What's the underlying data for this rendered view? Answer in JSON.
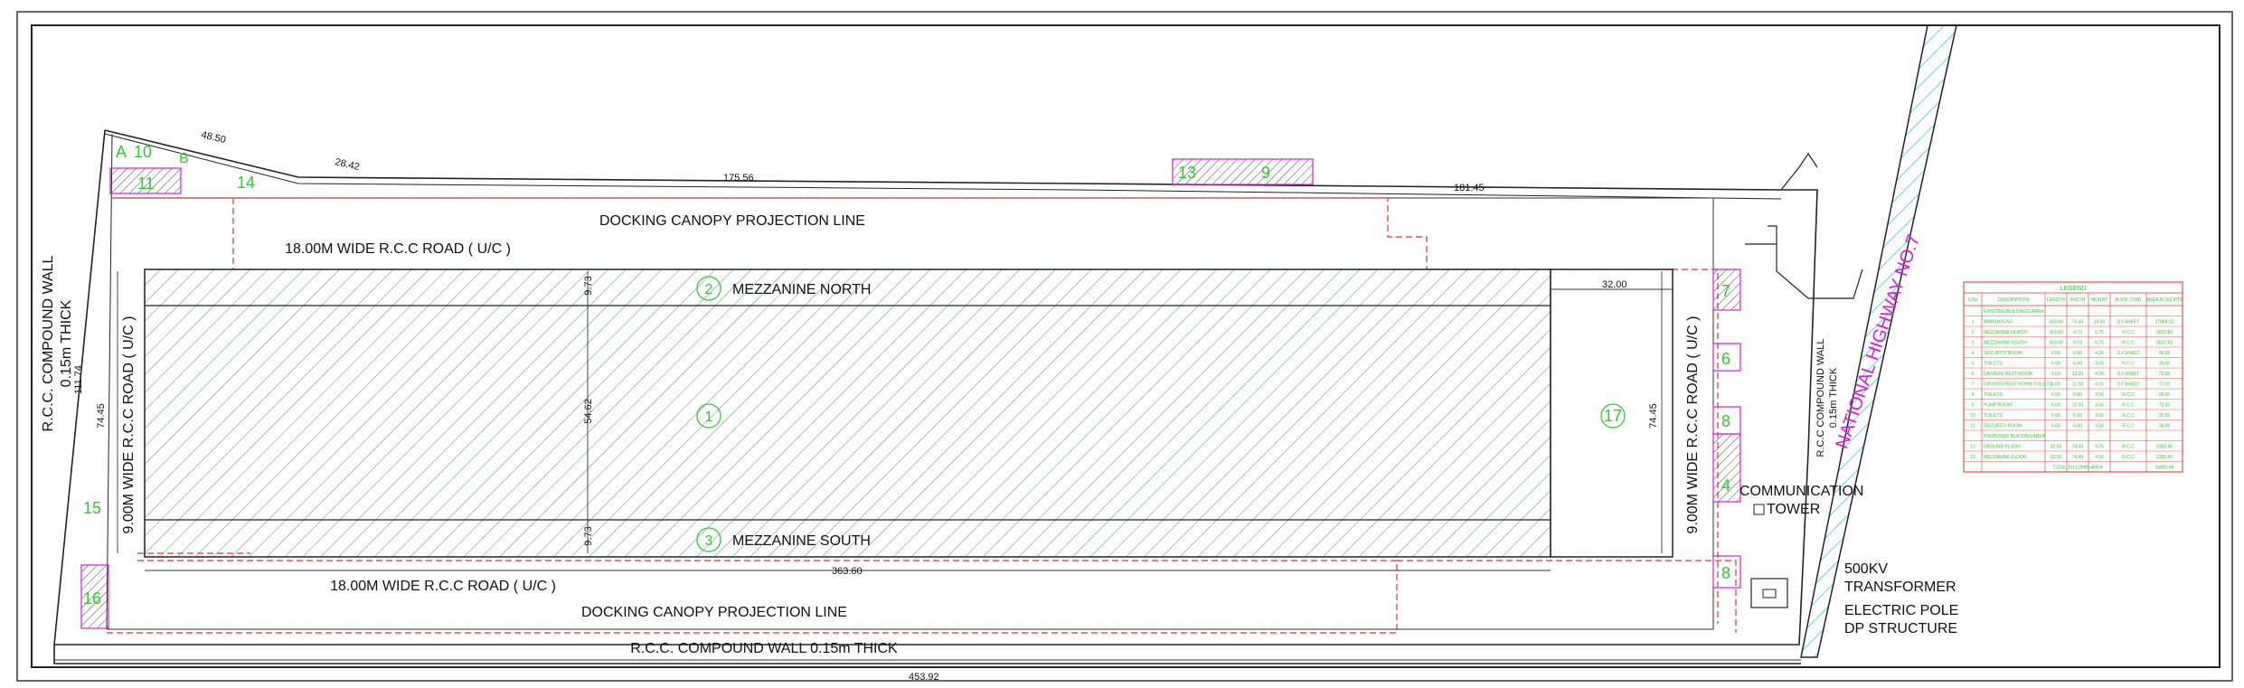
{
  "labels": {
    "docking_north": "DOCKING CANOPY PROJECTION LINE",
    "docking_south": "DOCKING CANOPY PROJECTION LINE",
    "road_north": "18.00M WIDE R.C.C ROAD ( U/C )",
    "road_south": "18.00M WIDE R.C.C ROAD ( U/C )",
    "road_west": "9.00M WIDE R.C.C ROAD ( U/C )",
    "road_east": "9.00M WIDE R.C.C ROAD ( U/C )",
    "mezz_north": "MEZZANINE NORTH",
    "mezz_south": "MEZZANINE SOUTH",
    "wall_west": "R.C.C. COMPOUND WALL",
    "wall_west_thk": "0.15m THICK",
    "wall_south": "R.C.C. COMPOUND WALL 0.15m THICK",
    "wall_east": "R.C.C COMPOUND WALL",
    "wall_east_thk": "0.15m THICK",
    "highway": "NATIONAL HIGHWAY NO.7",
    "comm_tower_1": "COMMUNICATION",
    "comm_tower_2": "TOWER",
    "transformer_1": "500KV",
    "transformer_2": "TRANSFORMER",
    "electric_1": "ELECTRIC POLE",
    "electric_2": "DP STRUCTURE"
  },
  "dimensions": {
    "d48_50": "48.50",
    "d28_42": "28.42",
    "d175_56": "175.56",
    "d181_45": "181.45",
    "d32_00": "32.00",
    "d9_73a": "9.73",
    "d54_62": "54.62",
    "d9_73b": "9.73",
    "d74_45a": "74.45",
    "d74_45b": "74.45",
    "d363_60": "363.60",
    "d453_92": "453.92",
    "d111_74": "111.74"
  },
  "markers": {
    "m1": "1",
    "m2": "2",
    "m3": "3",
    "m4": "4",
    "m6": "6",
    "m7": "7",
    "m8a": "8",
    "m8b": "8",
    "m9": "9",
    "m10": "10",
    "m11": "11",
    "m13": "13",
    "m14": "14",
    "m15": "15",
    "m16": "16",
    "m17": "17",
    "mA": "A",
    "mB": "B"
  },
  "legend": {
    "title": "LEGEND",
    "headers": [
      "S.No",
      "DESCRIPTION",
      "LENGTH",
      "WIDTH",
      "HEIGHT",
      "ROOF TYPE",
      "AREA IN SQ.MTS"
    ],
    "rows": [
      [
        "",
        "EXISTING BUILDINGS AREA",
        "",
        "",
        "",
        "",
        ""
      ],
      [
        "1",
        "WAREHOUSE",
        "363.60",
        "74.45",
        "13.50",
        "G.I SHEET",
        "27069.02"
      ],
      [
        "2",
        "MEZZANINE NORTH",
        "363.60",
        "9.73",
        "6.75",
        "R.C.C",
        "3537.83"
      ],
      [
        "3",
        "MEZZANINE SOUTH",
        "363.60",
        "9.73",
        "6.75",
        "R.C.C",
        "3537.83"
      ],
      [
        "4",
        "SECURITY ROOM",
        "6.00",
        "6.00",
        "4.20",
        "G.I SHEET",
        "36.00"
      ],
      [
        "5",
        "TOILETS",
        "6.00",
        "6.00",
        "3.50",
        "R.C.C",
        "36.00"
      ],
      [
        "6",
        "DRIVERS REST ROOM",
        "6.00",
        "12.00",
        "4.20",
        "G.I SHEET",
        "72.00"
      ],
      [
        "7",
        "DRIVERS REST ROOM TOILETS",
        "6.00",
        "12.00",
        "4.20",
        "G.I SHEET",
        "72.00"
      ],
      [
        "8",
        "TOILETS",
        "6.00",
        "6.00",
        "3.50",
        "R.C.C",
        "36.00"
      ],
      [
        "9",
        "PUMP ROOM",
        "6.00",
        "12.00",
        "3.50",
        "R.C.C",
        "72.00"
      ],
      [
        "10",
        "TOILETS",
        "6.00",
        "6.00",
        "3.50",
        "R.C.C",
        "36.00"
      ],
      [
        "11",
        "SECURITY ROOM",
        "6.00",
        "6.00",
        "3.50",
        "R.C.C",
        "36.00"
      ],
      [
        "",
        "PROPOSED BUILDING AREA",
        "",
        "",
        "",
        "",
        ""
      ],
      [
        "12",
        "GROUND FLOOR",
        "32.00",
        "74.45",
        "9.75",
        "R.C.C",
        "2382.40"
      ],
      [
        "13",
        "MEZZANINE FLOOR",
        "32.00",
        "74.45",
        "4.50",
        "R.C.C",
        "2382.40"
      ],
      [
        "",
        "",
        "",
        "TOTAL BUILDING AREA",
        "",
        "",
        "36891.58"
      ]
    ]
  }
}
